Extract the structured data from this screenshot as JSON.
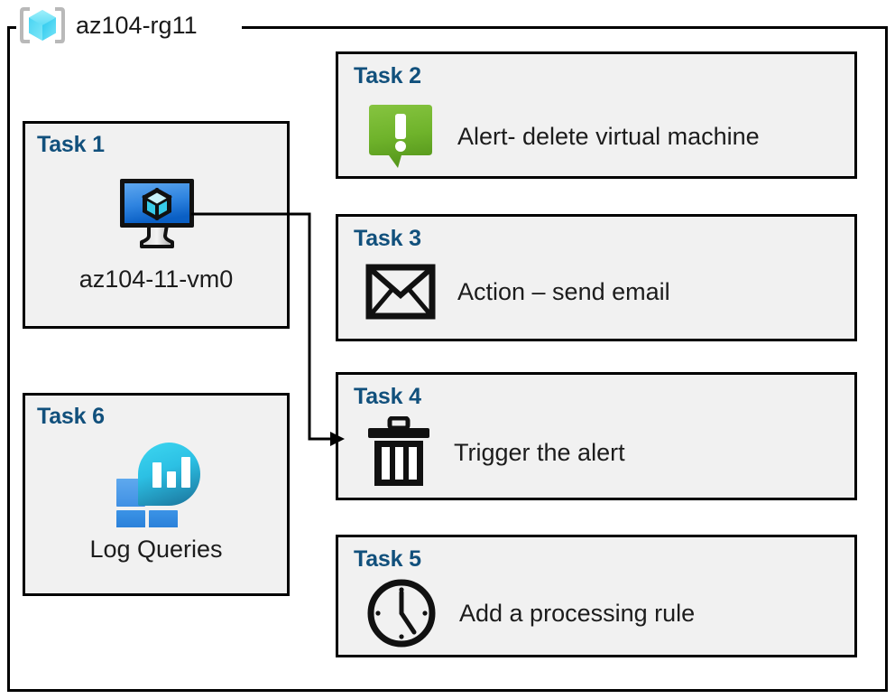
{
  "resource_group": {
    "icon": "resource-group-cube-icon",
    "label": "az104-rg11"
  },
  "accent_color": "#11507c",
  "card_bg": "#f1f1f1",
  "border_color": "#000000",
  "cards": [
    {
      "id": "task-1",
      "title": "Task 1",
      "caption": "az104-11-vm0",
      "icon": "virtual-machine-icon",
      "column": "left"
    },
    {
      "id": "task-2",
      "title": "Task 2",
      "caption": "Alert- delete virtual machine",
      "icon": "alert-bubble-icon",
      "icon_color": "#7ab929",
      "column": "right"
    },
    {
      "id": "task-3",
      "title": "Task 3",
      "caption": "Action – send email",
      "icon": "envelope-icon",
      "icon_color": "#000000",
      "column": "right"
    },
    {
      "id": "task-4",
      "title": "Task 4",
      "caption": "Trigger the alert",
      "icon": "trash-can-icon",
      "icon_color": "#000000",
      "column": "right"
    },
    {
      "id": "task-5",
      "title": "Task 5",
      "caption": "Add a processing rule",
      "icon": "clock-icon",
      "icon_color": "#000000",
      "column": "right"
    },
    {
      "id": "task-6",
      "title": "Task 6",
      "caption": "Log Queries",
      "icon": "log-analytics-icon",
      "column": "left"
    }
  ],
  "connector": {
    "name": "vm-to-trigger-connector",
    "from": "task-1",
    "to": "task-4",
    "arrowhead": true
  }
}
